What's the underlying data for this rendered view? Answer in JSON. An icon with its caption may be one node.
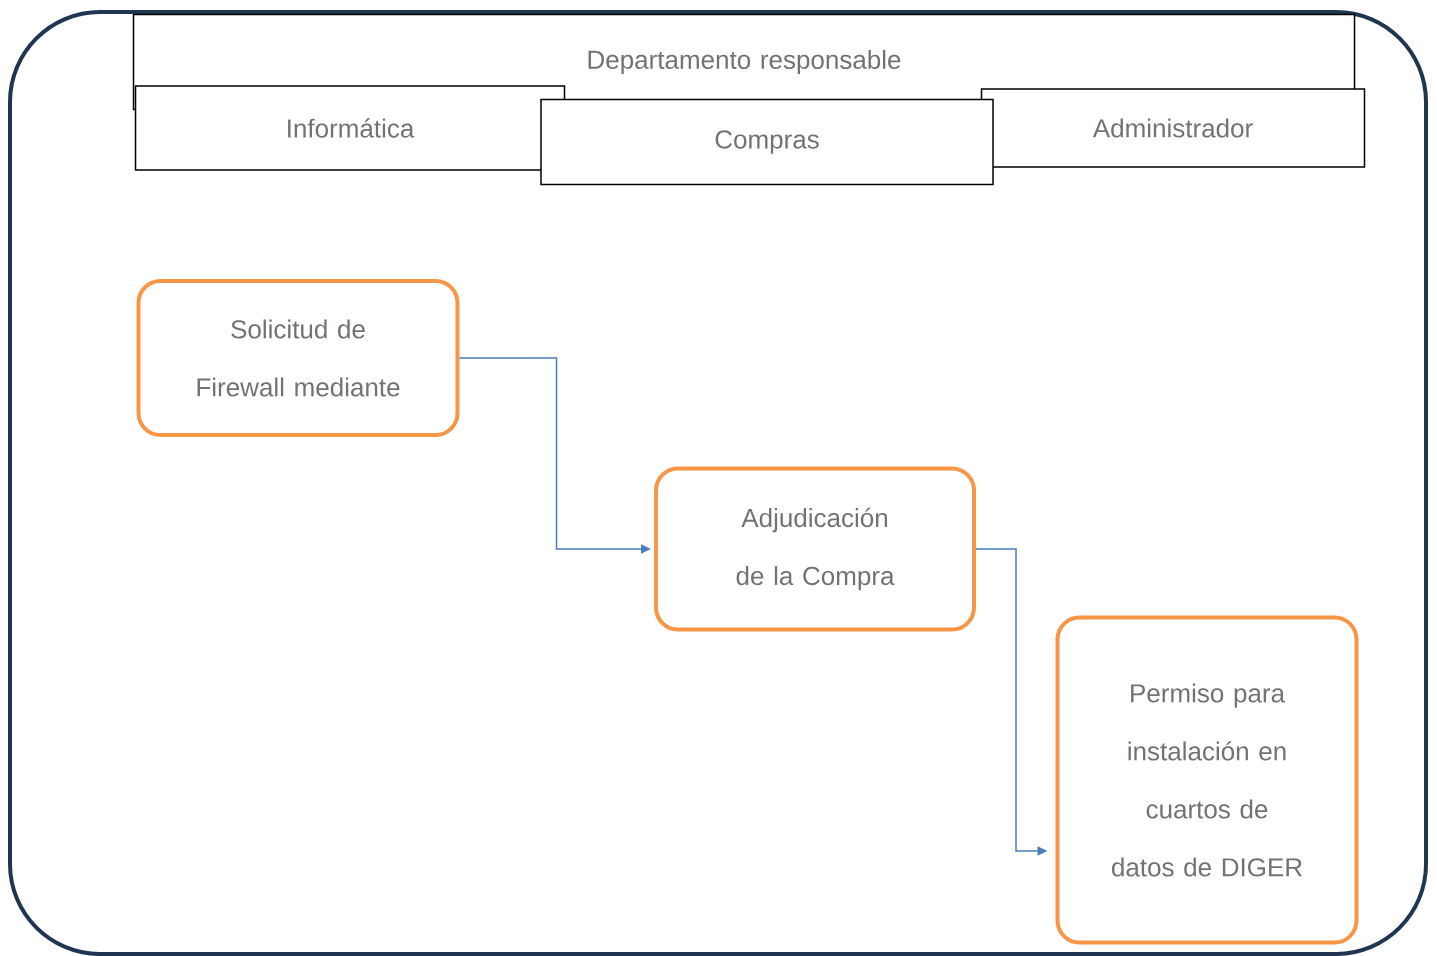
{
  "diagram": {
    "nodes": [
      {
        "text": [],
        "shape": "box"
      },
      {
        "text": [
          "Departamento responsable"
        ],
        "in": 0
      },
      {
        "text": [
          "Informática"
        ],
        "in": 0
      },
      {
        "text": [
          "Compras"
        ],
        "in": 0
      },
      {
        "text": [
          "Administrador"
        ],
        "in": 0
      },
      {
        "text": [
          "Solicitud de Firewall mediante"
        ],
        "in": 0
      },
      {
        "text": [
          "Adjudicación de la Compra"
        ],
        "in": 0
      },
      {
        "text": [
          "Permiso para instalación en cuartos de datos de DIGER"
        ],
        "in": 0
      }
    ],
    "edges": [
      {
        "from": 5,
        "to": 6,
        "arrow": "to"
      },
      {
        "from": 6,
        "to": 7,
        "arrow": "to"
      }
    ]
  }
}
